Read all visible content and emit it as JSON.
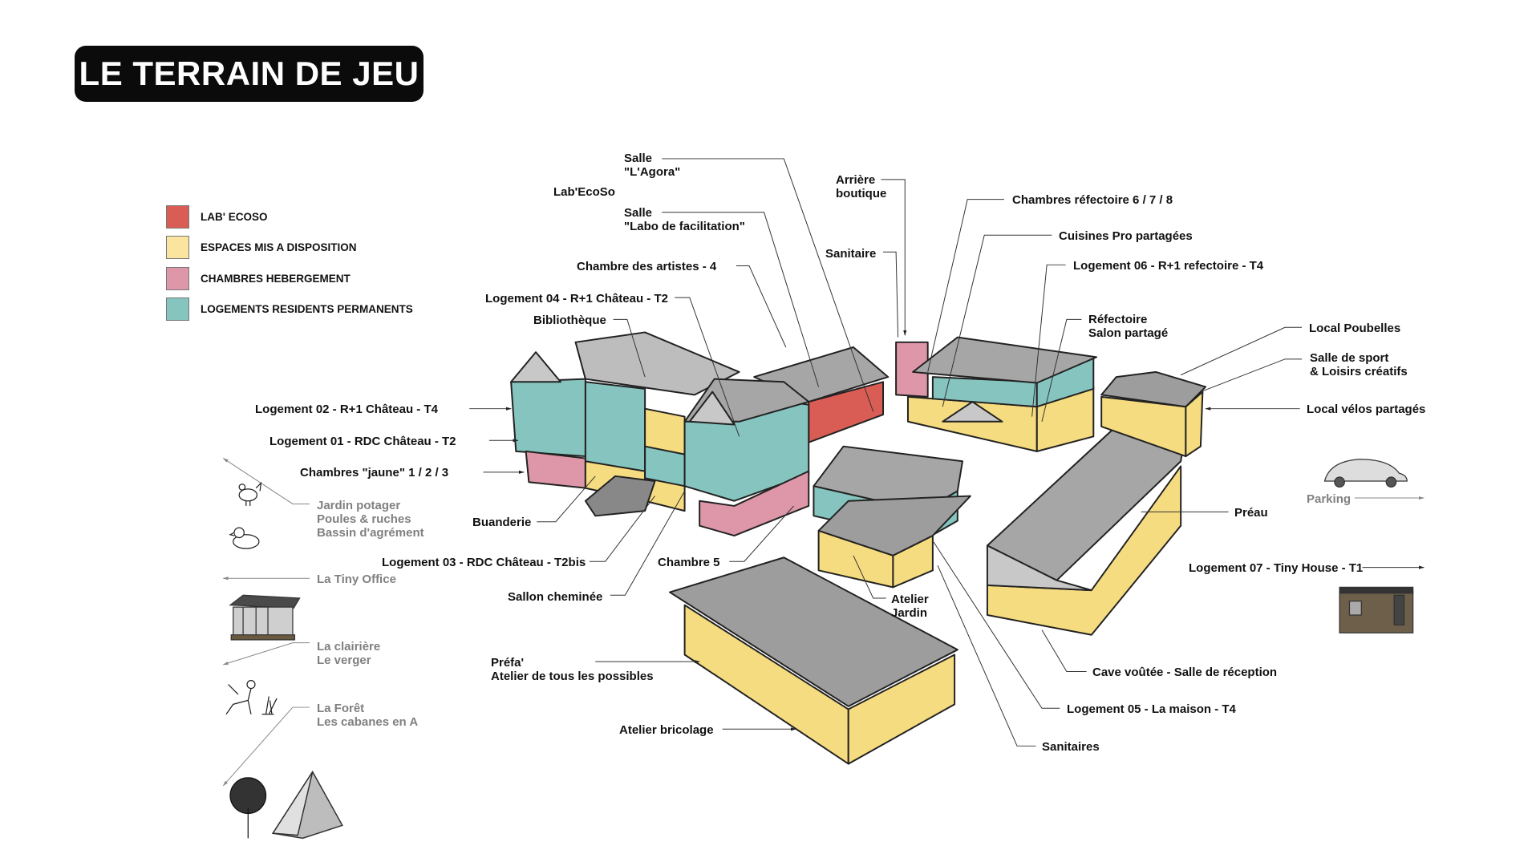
{
  "title": "LE TERRAIN DE JEU",
  "legend": [
    {
      "label": "LAB' ECOSO",
      "color": "#d95c55"
    },
    {
      "label": "ESPACES MIS A DISPOSITION",
      "color": "#fbe3a0"
    },
    {
      "label": "CHAMBRES HEBERGEMENT",
      "color": "#de97a8"
    },
    {
      "label": "LOGEMENTS RESIDENTS PERMANENTS",
      "color": "#86c4bf"
    }
  ],
  "labels": {
    "agora": [
      "Salle",
      "\"L'Agora\""
    ],
    "labecoso": "Lab'EcoSo",
    "labo": [
      "Salle",
      "\"Labo de facilitation\""
    ],
    "artistes": "Chambre des artistes - 4",
    "log04": "Logement 04 - R+1 Château - T2",
    "biblio": "Bibliothèque",
    "arriere": [
      "Arrière",
      "boutique"
    ],
    "sanitaire": "Sanitaire",
    "chambres678": "Chambres réfectoire 6 / 7 / 8",
    "cuisines": "Cuisines Pro partagées",
    "log06": "Logement 06 - R+1 refectoire - T4",
    "refectoire": [
      "Réfectoire",
      "Salon partagé"
    ],
    "poubelles": "Local Poubelles",
    "sport": [
      "Salle de sport",
      "& Loisirs créatifs"
    ],
    "velos": "Local vélos partagés",
    "log02": "Logement 02 - R+1 Château - T4",
    "log01": "Logement 01 - RDC Château - T2",
    "jaune": "Chambres \"jaune\" 1 / 2 / 3",
    "jardin": [
      "Jardin potager",
      "Poules & ruches",
      "Bassin d'agrément"
    ],
    "buanderie": "Buanderie",
    "log03": "Logement 03 - RDC Château - T2bis",
    "tinyoffice": "La Tiny Office",
    "chambre5": "Chambre 5",
    "sallon": "Sallon cheminée",
    "atelierjardin": [
      "Atelier",
      "Jardin"
    ],
    "preau": "Préau",
    "parking": "Parking",
    "log07": "Logement 07 - Tiny House - T1",
    "clairiere": [
      "La clairière",
      "Le verger"
    ],
    "prefa": [
      "Préfa'",
      "Atelier de tous les possibles"
    ],
    "cave": "Cave voûtée - Salle de réception",
    "foret": [
      "La Forêt",
      "Les cabanes en A"
    ],
    "log05": "Logement 05 - La maison - T4",
    "bricolage": "Atelier bricolage",
    "sanitaires": "Sanitaires"
  }
}
